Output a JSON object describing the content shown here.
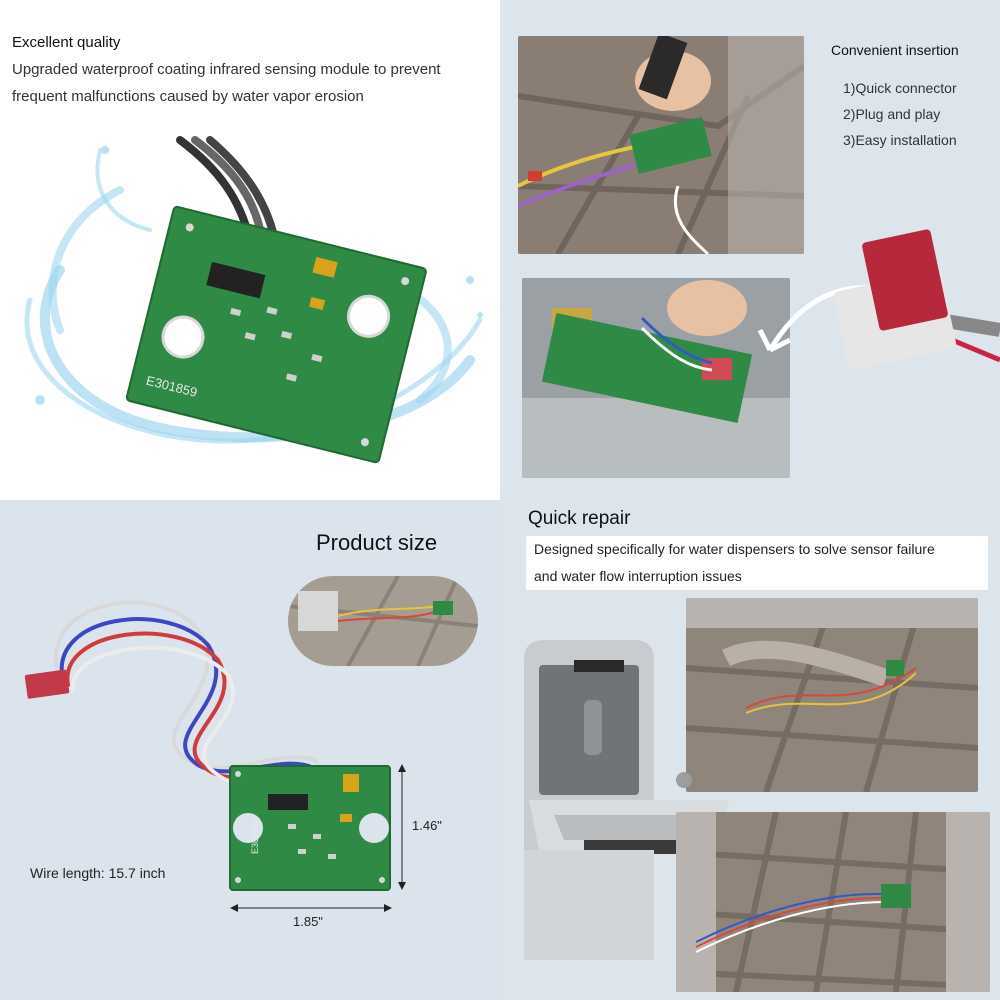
{
  "quality": {
    "title": "Excellent quality",
    "line1": "Upgraded waterproof coating infrared sensing module to prevent",
    "line2": "frequent malfunctions caused by water vapor erosion",
    "board_label": "E301859"
  },
  "insertion": {
    "title": "Convenient insertion",
    "items": [
      "1)Quick connector",
      "2)Plug and play",
      "3)Easy installation"
    ]
  },
  "size": {
    "title": "Product size",
    "wire_length": "Wire length: 15.7 inch",
    "height": "1.46\"",
    "width": "1.85\"",
    "board_label": "E301859"
  },
  "repair": {
    "title": "Quick repair",
    "line1": "Designed specifically for water dispensers to solve sensor failure",
    "line2": "and water flow interruption issues"
  },
  "colors": {
    "pcb": "#2f8a45",
    "water": "#8fd0ea",
    "connector_red": "#c23a4a"
  }
}
